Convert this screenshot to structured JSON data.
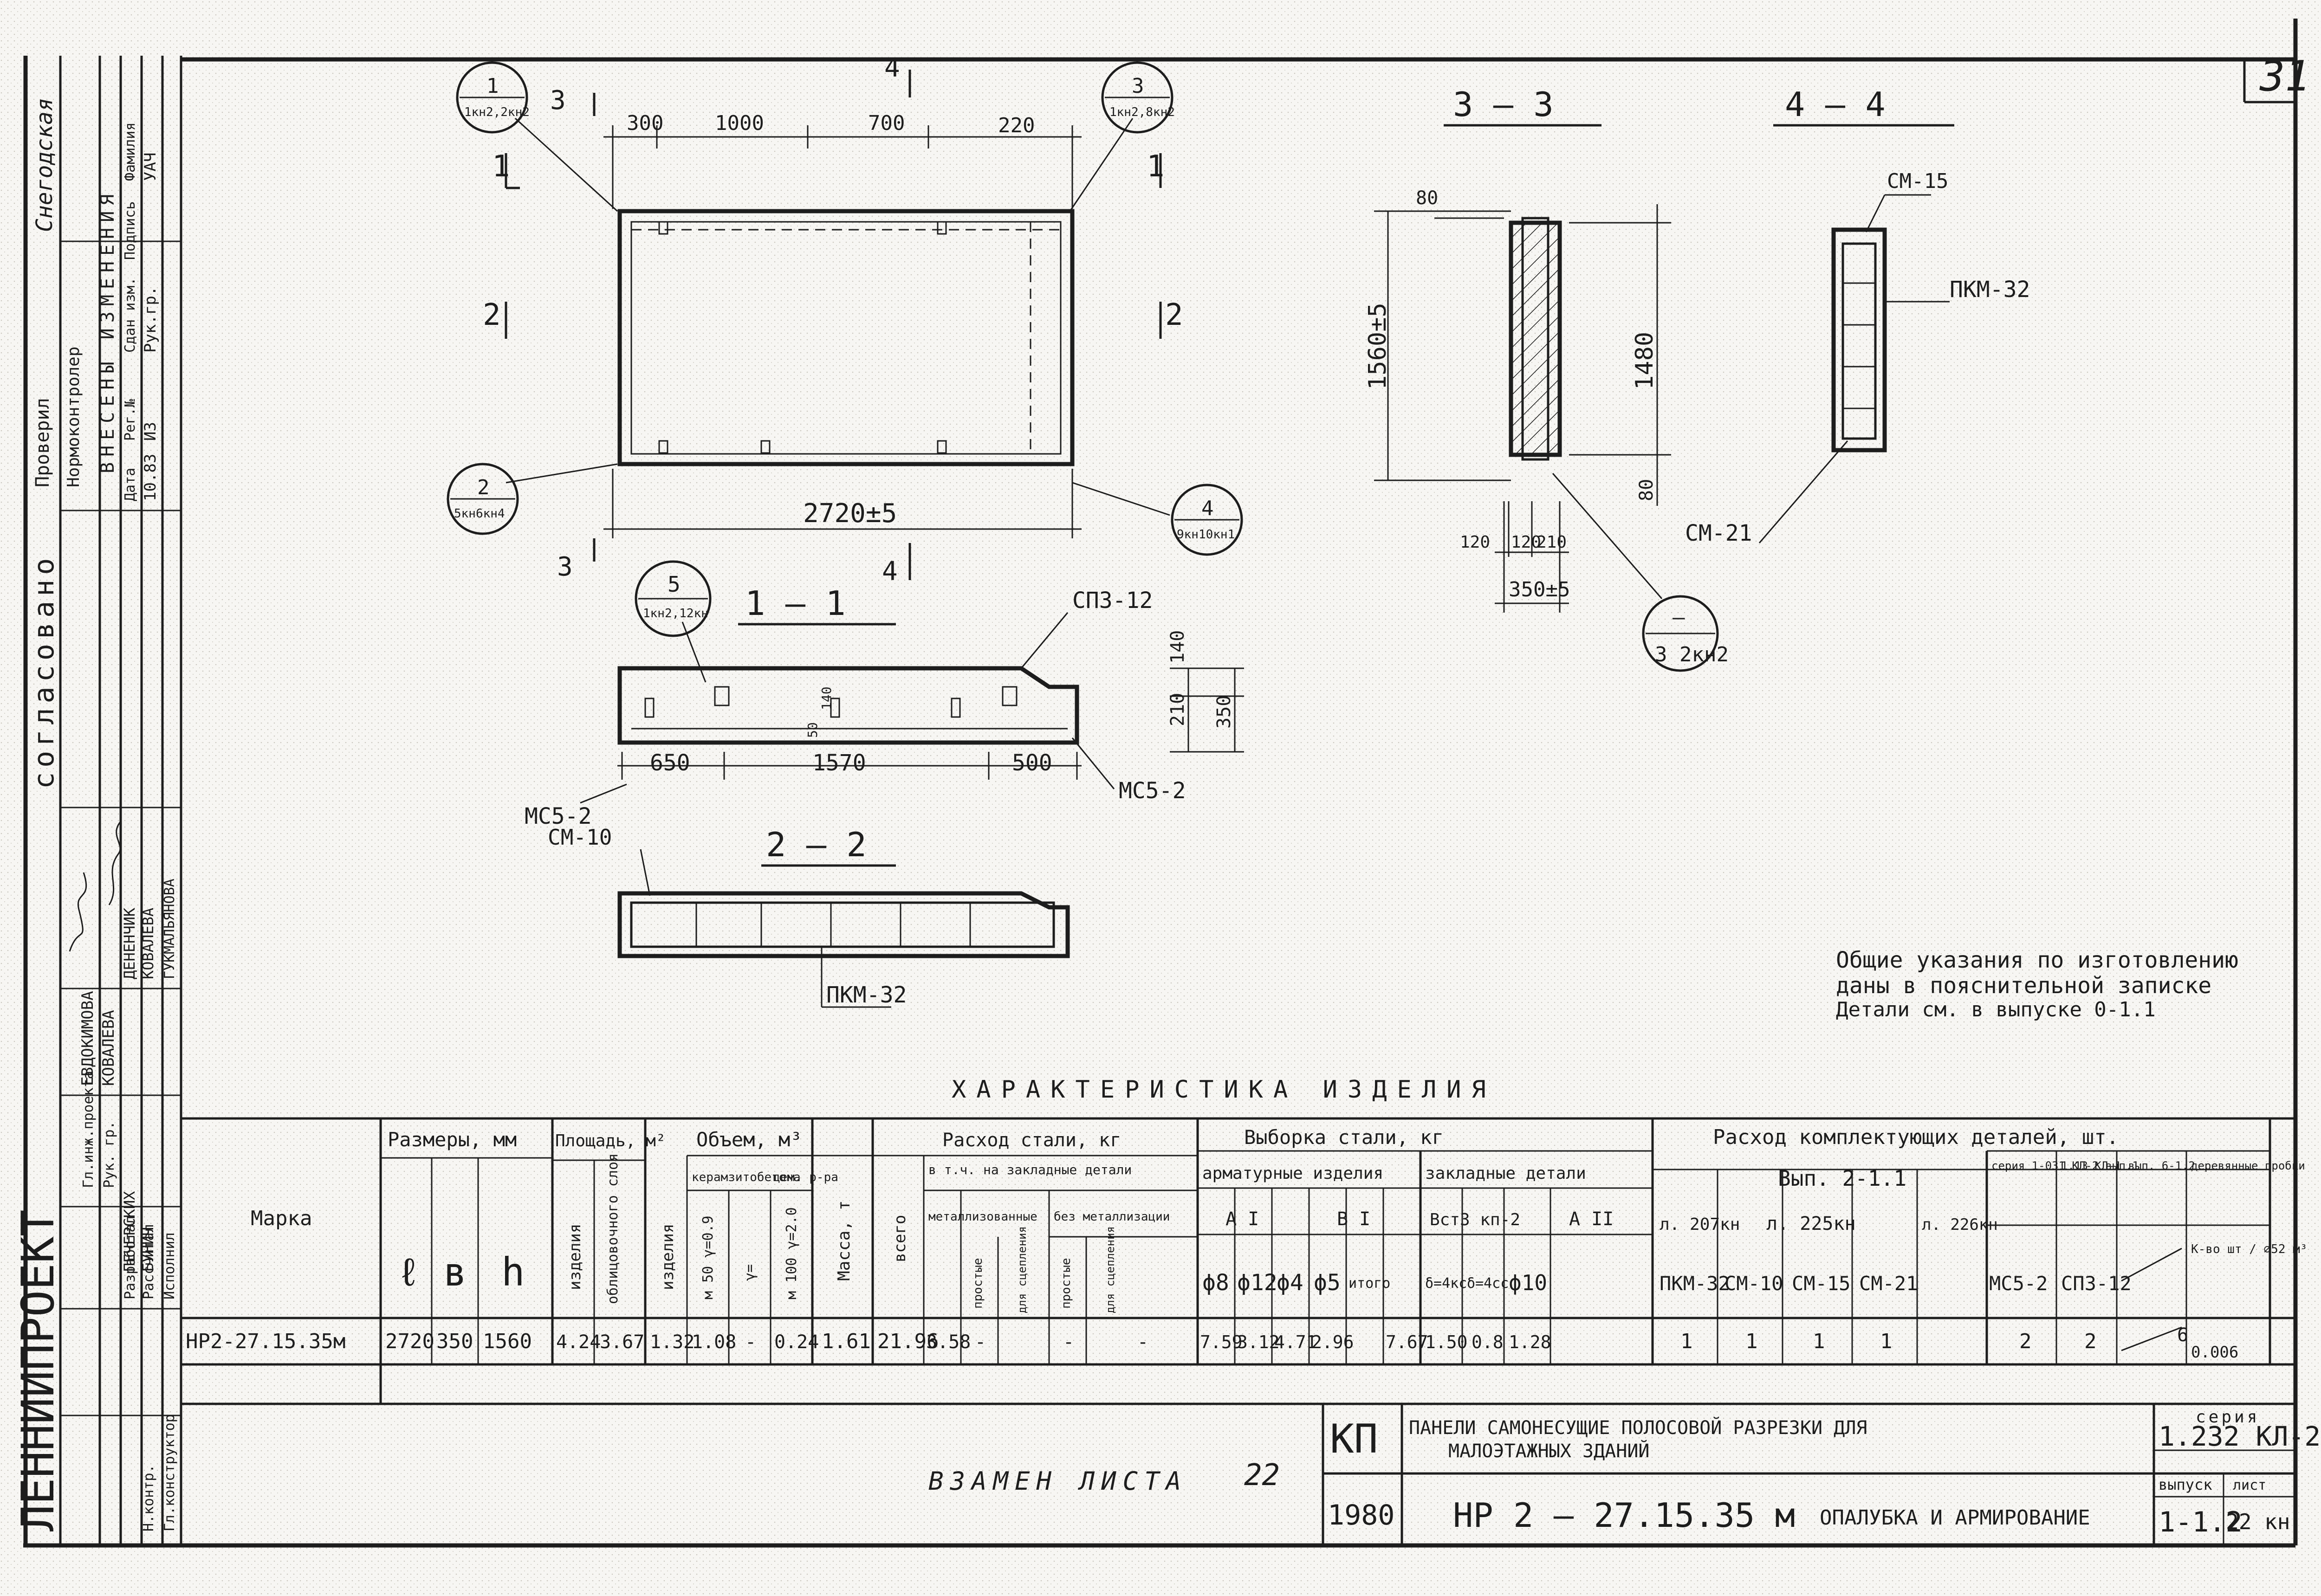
{
  "sheet": {
    "sheet_number": "31",
    "side_stamp": {
      "verified_label": "Проверил",
      "norm_control_label": "Нормоконтролер",
      "verifier_name": "Снегодская",
      "changes_title": "ВНЕСЕНЫ ИЗМЕНЕНИЯ",
      "change_headers": [
        "Дата",
        "Рег.№",
        "Сдан изм.",
        "Подпись",
        "Фамилия"
      ],
      "change_row": [
        "10.83",
        "ИЗ",
        "Рук.гр.",
        "",
        "УАЧ"
      ],
      "agreed_title": "согласовано",
      "org": "ЛЕННИИПРОЕКТ",
      "roles": [
        "Гл.инж.проекта",
        "Рук. гр.",
        "Разработал",
        "Рассчитал",
        "Исполнил",
        "Н.контр.",
        "Гл.конструктор"
      ],
      "names_top": [
        "ЕВДОКИМОВА",
        "КОВАЛЕВА"
      ],
      "names": [
        "ДЕНЕНЧИК",
        "КОВАЛЕВА",
        "ГУКМАЛЬЯНОВА",
        "ПЕЧЕРСКИХ",
        "БУНИЧ"
      ]
    },
    "plan": {
      "dims_top": [
        "300",
        "1000",
        "700",
        "220"
      ],
      "dim_bottom": "2720±5",
      "callouts": [
        {
          "num": "1",
          "spec": "1кн2,2кн2"
        },
        {
          "num": "2",
          "spec": "5кн6кн4"
        },
        {
          "num": "3",
          "spec": "1кн2,8кн2"
        },
        {
          "num": "4",
          "spec": "9кн10кн1"
        }
      ],
      "section_marks": [
        "1",
        "1",
        "2",
        "2",
        "3",
        "3",
        "4",
        "4"
      ]
    },
    "section_33": {
      "title": "3 — 3",
      "dims": [
        "80",
        "1560±5",
        "1480",
        "80"
      ],
      "bottom_dims": [
        "120",
        "120",
        "210",
        "350±5"
      ],
      "callout_top": "—",
      "callout_bottom": "3 2кн2"
    },
    "section_44": {
      "title": "4 — 4",
      "labels": [
        "СМ-15",
        "ПКМ-32",
        "СМ-21"
      ]
    },
    "section_11": {
      "title": "1 — 1",
      "callout_num": "5",
      "callout_spec": "1кн2,12кн",
      "labels": [
        "СПЗ-12",
        "МС5-2",
        "МС5-2"
      ],
      "dims": [
        "650",
        "1570",
        "500",
        "140",
        "210",
        "350",
        "50",
        "140"
      ]
    },
    "section_22": {
      "title": "2 — 2",
      "labels": [
        "СМ-10",
        "ПКМ-32"
      ]
    },
    "notes": [
      "Общие указания по изготовлению",
      "даны в пояснительной записке",
      "Детали см. в выпуске 0-1.1"
    ],
    "spec_table": {
      "title": "ХАРАКТЕРИСТИКА    ИЗДЕЛИЯ",
      "h_marka": "Марка",
      "h_sizes": "Размеры, мм",
      "size_cols": [
        "ℓ",
        "в",
        "h"
      ],
      "h_area": "Площадь, м²",
      "area_cols": [
        "изделия",
        "облицовочного слоя"
      ],
      "h_volume": "Объем, м³",
      "vol_col1": "изделия",
      "vol_sub_a": "керамзитобетона",
      "vol_sub_b": "цем. р-ра",
      "vol_cols": [
        "м 50 γ=0.9",
        "γ=",
        "м 100 γ=2.0"
      ],
      "h_mass": "Масса, т",
      "h_steel": "Расход стали, кг",
      "steel_total": "всего",
      "steel_incl": "в т.ч. на закладные детали",
      "steel_met": "металлизованные",
      "steel_nomet": "без металлизации",
      "steel_cols": [
        "простые",
        "для сцепления",
        "простые",
        "для сцепления"
      ],
      "h_sample": "Выборка стали,        кг",
      "sample_arm": "арматурные изделия",
      "sample_emb": "закладные детали",
      "arm_groups": [
        "А I",
        "В I"
      ],
      "emb_groups": [
        "Вст3 кп-2",
        "А II"
      ],
      "sample_cols": [
        "ϕ8",
        "ϕ12",
        "ϕ4",
        "ϕ5",
        "итого",
        "δ=4кс",
        "δ=4сс",
        "ϕ10"
      ],
      "h_parts": "Расход комплектующих деталей, шт.",
      "parts_series": "Вып. 2-1.1",
      "parts_sheets": [
        "л. 207кн",
        "л. 225кн",
        "л. 226кн"
      ],
      "parts_other": [
        "серия 1-031 КЛ-2 вып.1",
        "1.13 КЛ-1 вып. 6-1.2",
        "деревянные пробки"
      ],
      "parts_cols": [
        "ПКМ-32",
        "СМ-10",
        "СМ-15",
        "СМ-21",
        "МС5-2",
        "СПЗ-12"
      ],
      "wood_col": "К-во шт / ∅52 м³",
      "row": {
        "marka": "НР2-27.15.35м",
        "l": "2720",
        "b": "350",
        "h": "1560",
        "area1": "4.24",
        "area2": "3.67",
        "vol1": "1.32",
        "vol2": "1.08",
        "vol3": "-",
        "vol4": "0.24",
        "mass": "1.61",
        "steel_total": "21.96",
        "steel": [
          "3.58",
          "-",
          "-",
          "-"
        ],
        "sample": [
          "7.59",
          "3.12",
          "4.71",
          "2.96",
          "7.67",
          "1.50",
          "0.8",
          "1.28"
        ],
        "parts": [
          "1",
          "1",
          "1",
          "1",
          "2",
          "2"
        ],
        "wood_qty": "6",
        "wood_vol": "0.006"
      }
    },
    "title_block": {
      "kp": "КП",
      "year": "1980",
      "name_line1": "ПАНЕЛИ САМОНЕСУЩИЕ  ПОЛОСОВОЙ РАЗРЕЗКИ   ДЛЯ",
      "name_line2": "МАЛОЭТАЖНЫХ        ЗДАНИЙ",
      "mark": "НР 2 — 27.15.35 м",
      "subtitle": "ОПАЛУБКА И АРМИРОВАНИЕ",
      "series_label": "серия",
      "series_value": "1.232 КЛ-2",
      "issue_label": "выпуск",
      "issue_value": "1-1.2",
      "sheet_label": "лист",
      "sheet_value": "22 кн",
      "replace_note": "ВЗАМЕН ЛИСТА",
      "replace_num": "22"
    }
  }
}
